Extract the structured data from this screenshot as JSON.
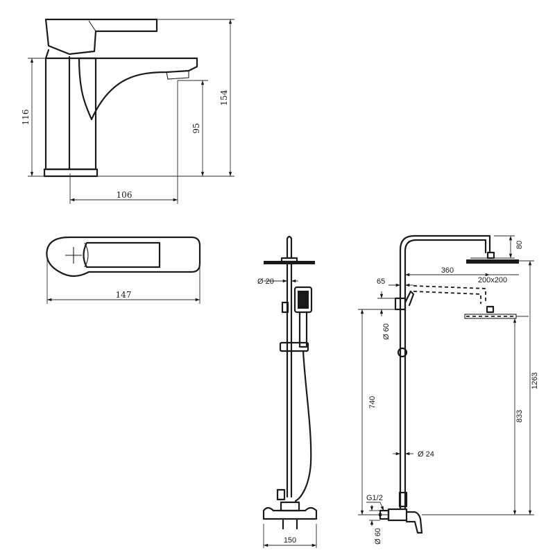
{
  "faucet_side": {
    "height_total": "154",
    "height_body": "116",
    "spout_height": "95",
    "reach": "106"
  },
  "faucet_top": {
    "length": "147"
  },
  "shower_front": {
    "arm_diameter": "Ø 20",
    "width_bottom": "150"
  },
  "shower_side": {
    "arm_height": "80",
    "arm_reach": "360",
    "head_size": "200x200",
    "outlet_offset": "65",
    "outlet_diameter": "Ø 60",
    "pipe_diameter": "Ø 24",
    "height_740": "740",
    "height_833": "833",
    "height_1263": "1263",
    "thread": "G1/2",
    "base_diameter": "Ø 60"
  },
  "colors": {
    "line": "#1a1a1a",
    "background": "#ffffff"
  }
}
